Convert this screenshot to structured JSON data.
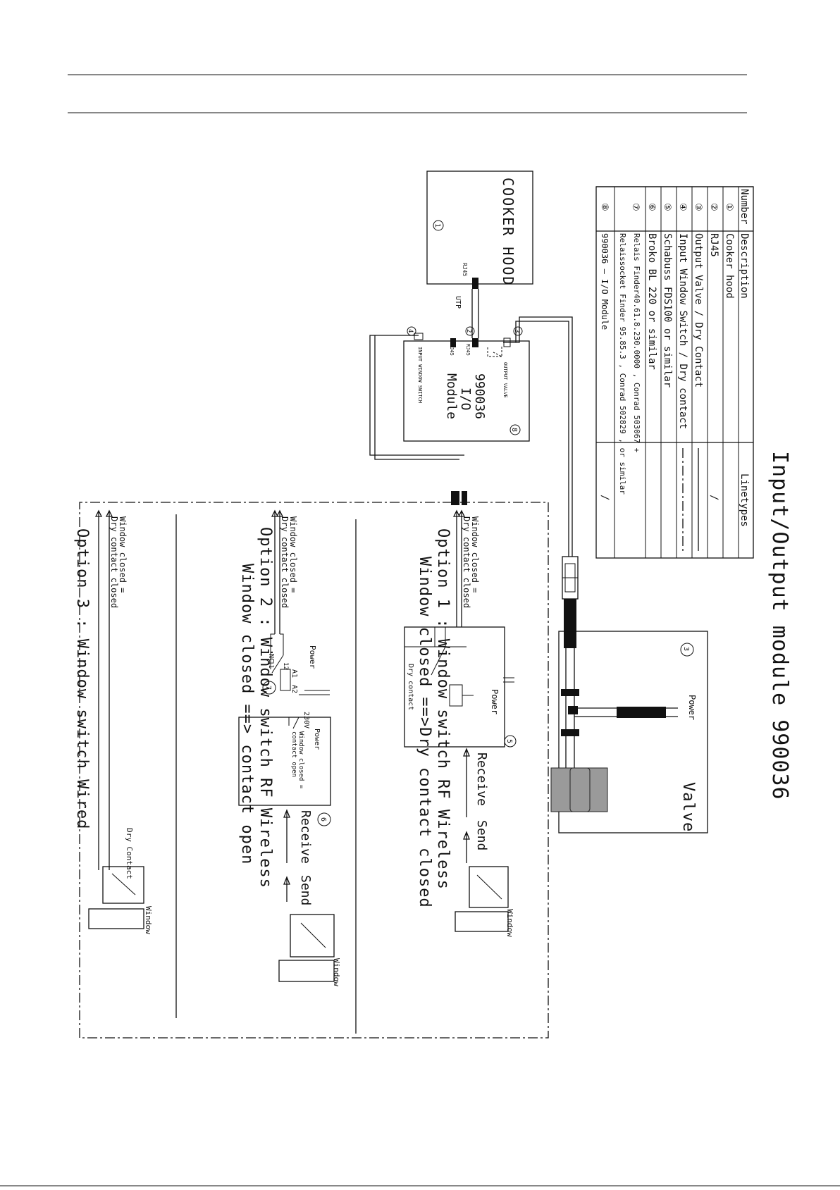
{
  "title": "Input/Output module 990036",
  "legend": {
    "headers": {
      "number": "Number",
      "description": "Description",
      "linetypes": "Linetypes"
    },
    "rows": [
      {
        "number": "①",
        "description": "Cooker hood",
        "linetype": ""
      },
      {
        "number": "②",
        "description": "RJ45",
        "linetype": "/"
      },
      {
        "number": "③",
        "description": "Output Valve / Dry Contact",
        "linetype": "solid"
      },
      {
        "number": "④",
        "description": "Input Window Switch / Dry contact",
        "linetype": "dash-dot"
      },
      {
        "number": "⑤",
        "description": "Schabuss FDS100  or similar",
        "linetype": ""
      },
      {
        "number": "⑥",
        "description": "Broko BL 220  or similar",
        "linetype": ""
      },
      {
        "number": "⑦",
        "description": "Relais  Finder40.61.8.230.0000 , Conrad 503067  +",
        "description2": "Relaissocket  Finder 95.85.3 , Conrad  502829  , or similar",
        "linetype": ""
      },
      {
        "number": "⑧",
        "description": "990036 – I/O Module",
        "linetype": "/"
      }
    ]
  },
  "cooker_hood": {
    "label": "COOKER HOOD",
    "number": "1",
    "port": "RJ45",
    "cable": "UTP"
  },
  "module": {
    "line1": "990036",
    "line2": "I/O",
    "line3": "Module",
    "number": "8",
    "output_label": "OUTPUT VALVE",
    "input_label": "INPUT WINDOW SWITCH",
    "rj45_1": "RJ45",
    "rj45_2": "RJ45",
    "num_rj45": "2",
    "num_output": "3",
    "num_input": "4"
  },
  "valve": {
    "label": "Valve",
    "power": "Power",
    "number": "3"
  },
  "option1": {
    "title_line1": "Option 1 : Window switch RF Wireless",
    "title_line2": "Window closed ==>Dry contact closed",
    "note_line1": "Window closed =",
    "note_line2": "Dry  contact  closed",
    "power": "Power",
    "dry_contact": "Dry contact",
    "number": "5",
    "receive": "Receive",
    "send": "Send",
    "window": "Window"
  },
  "option2": {
    "title_line1": "Option 2 : Window switch RF Wireless",
    "title_line2": "Window closed ==> contact open",
    "note_line1": "Window closed =",
    "note_line2": "Dry  contact closed",
    "power": "Power",
    "v230": "230V",
    "power2": "Power",
    "relay_note1": "Window closed =",
    "relay_note2": "contact open",
    "nc": "NC",
    "t11": "11",
    "t12": "12",
    "a1": "A1",
    "a2": "A2",
    "number_relay": "7",
    "number": "6",
    "receive": "Receive",
    "send": "Send",
    "window": "Window"
  },
  "option3": {
    "title": "Option 3 : Window switch Wired",
    "note_line1": "Window closed =",
    "note_line2": "Dry  contact  closed",
    "dry_contact": "Dry Contact",
    "window": "Window"
  }
}
